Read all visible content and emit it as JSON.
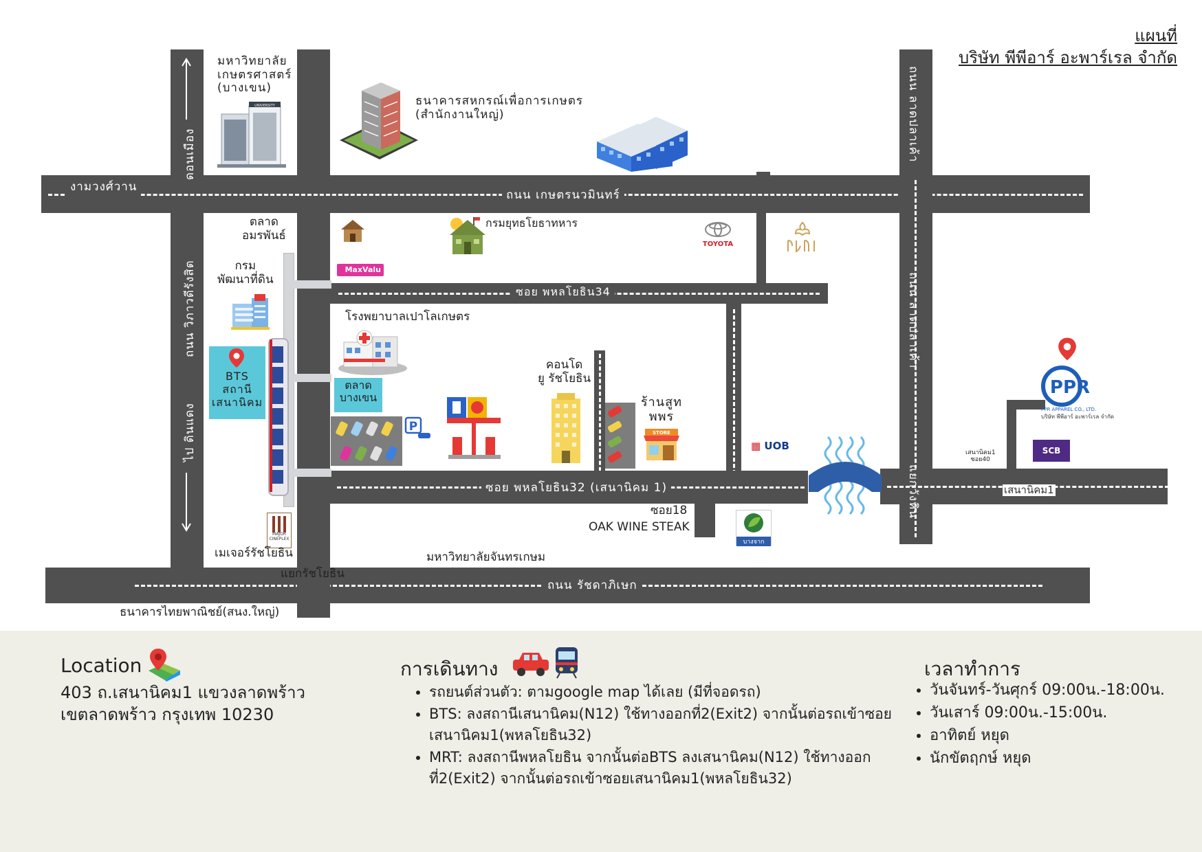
{
  "title": {
    "line1": "แผนที่",
    "line2": "บริษัท พีพีอาร์ อะพาร์เรล จำกัด"
  },
  "roads": {
    "kaset_nawamin": "ถนน เกษตรนวมินทร์",
    "ratchadaphisek": "ถนน รัชดาภิเษก",
    "soi_34": "ซอย พหลโยธิน34",
    "soi_32": "ซอย พหลโยธิน32 (เสนานิคม 1)",
    "ngam_wong_wan": "งามวงศ์วาน",
    "vibhavadi": "ถนน วิภาวดีรังสิต",
    "to_din_daeng": "ไป ดินแดง",
    "to_don_mueang": "ดอนเมือง",
    "lat_pla_khao_1": "ถนน ลาดปลาเค้า",
    "lat_pla_khao_2": "ถนน ลาดปลาเค้า",
    "yaek_bang_bua": "แยกวังหิน",
    "sena_nikhom_1": "เสนานิคม1"
  },
  "places": {
    "ku": "มหาวิทยาลัย\nเกษตรศาสตร์\n(บางเขน)",
    "baac": "ธนาคารสหกรณ์เพื่อการเกษตร\n(สำนักงานใหญ่)",
    "talad_ormpan": "ตลาด\nอมรพันธ์",
    "krom_yutha": "กรมยุทธโยธาทหาร",
    "krom_land": "กรม\nพัฒนาที่ดิน",
    "hospital": "โรงพยาบาลเปาโลเกษตร",
    "bts_station": "BTS\nสถานี\nเสนานิคม",
    "talad_bangkhen": "ตลาด\nบางเขน",
    "condo": "คอนโด\nยู รัชโยธิน",
    "shop": "ร้านสูท\nพพร",
    "soi18": "ซอย18",
    "oak": "OAK WINE STEAK",
    "major": "เมเจอร์รัชโยธิน",
    "yaek_ratchayothin": "แยกรัชโยธิน",
    "chandrakasem": "มหาวิทยาลัยจันทรเกษม",
    "scb_hq": "ธนาคารไทยพาณิชย์(สนง.ใหญ่)",
    "sena1_soi40": "เสนานิคม1\nซอย40"
  },
  "logos": {
    "toyota": "TOYOTA",
    "maxvalu": "MaxValu",
    "uob": "UOB",
    "scb": "SCB",
    "bangchak": "บางจาก",
    "major_logo": "MAJOR\nCINEPLEX",
    "ppr_name": "PPR APPAREL CO., LTD.",
    "ppr_thai": "บริษัท พีพีอาร์ อะพาร์เรล จำกัด",
    "store": "STORE",
    "university": "UNIVERSITY"
  },
  "location": {
    "heading": "Location",
    "line1": "403 ถ.เสนานิคม1 แขวงลาดพร้าว",
    "line2": "เขตลาดพร้าว กรุงเทพ 10230"
  },
  "travel": {
    "heading": "การเดินทาง",
    "items": [
      "รถยนต์ส่วนตัว: ตามgoogle map ได้เลย (มีที่จอดรถ)",
      "BTS: ลงสถานีเสนานิคม(N12) ใช้ทางออกที่2(Exit2) จากนั้นต่อรถเข้าซอยเสนานิคม1(พหลโยธิน32)",
      "MRT: ลงสถานีพหลโยธิน จากนั้นต่อBTS ลงเสนานิคม(N12) ใช้ทางออกที่2(Exit2) จากนั้นต่อรถเข้าซอยเสนานิคม1(พหลโยธิน32)"
    ]
  },
  "hours": {
    "heading": "เวลาทำการ",
    "items": [
      "วันจันทร์-วันศุกร์ 09:00น.-18:00น.",
      "วันเสาร์ 09:00น.-15:00น.",
      "อาทิตย์ หยุด",
      "นักขัตฤกษ์ หยุด"
    ]
  },
  "colors": {
    "road": "#505050",
    "cyan": "#5bc8da",
    "pin": "#e53935",
    "infobar": "#efefe8"
  }
}
